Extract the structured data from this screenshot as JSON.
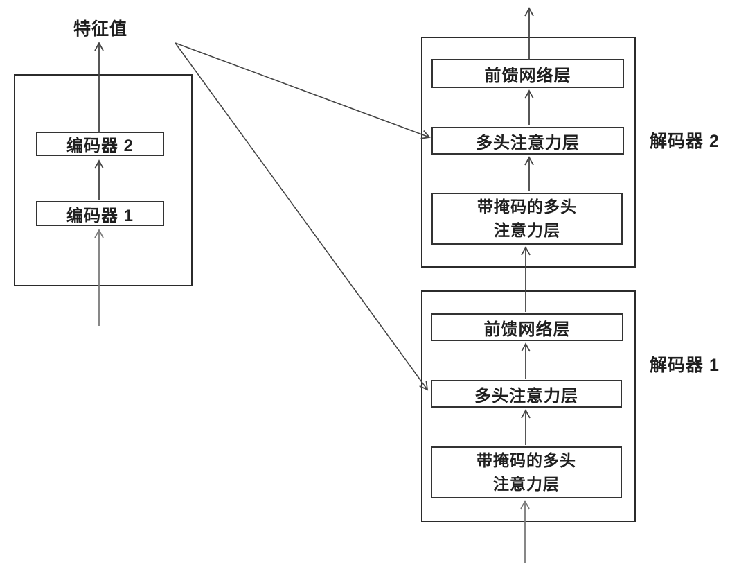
{
  "labels": {
    "feature_value": "特征值",
    "encoder_2": "编码器 2",
    "encoder_1": "编码器 1"
  },
  "decoders": [
    {
      "label": "解码器 2",
      "ffn": "前馈网络层",
      "mha": "多头注意力层",
      "masked_mha": "带掩码的多头\n注意力层"
    },
    {
      "label": "解码器 1",
      "ffn": "前馈网络层",
      "mha": "多头注意力层",
      "masked_mha": "带掩码的多头\n注意力层"
    }
  ],
  "colors": {
    "line": "#444444",
    "faint_line": "#7a7a7a",
    "border": "#2b2b2b",
    "text": "#1f1f1f",
    "background": "#ffffff"
  }
}
